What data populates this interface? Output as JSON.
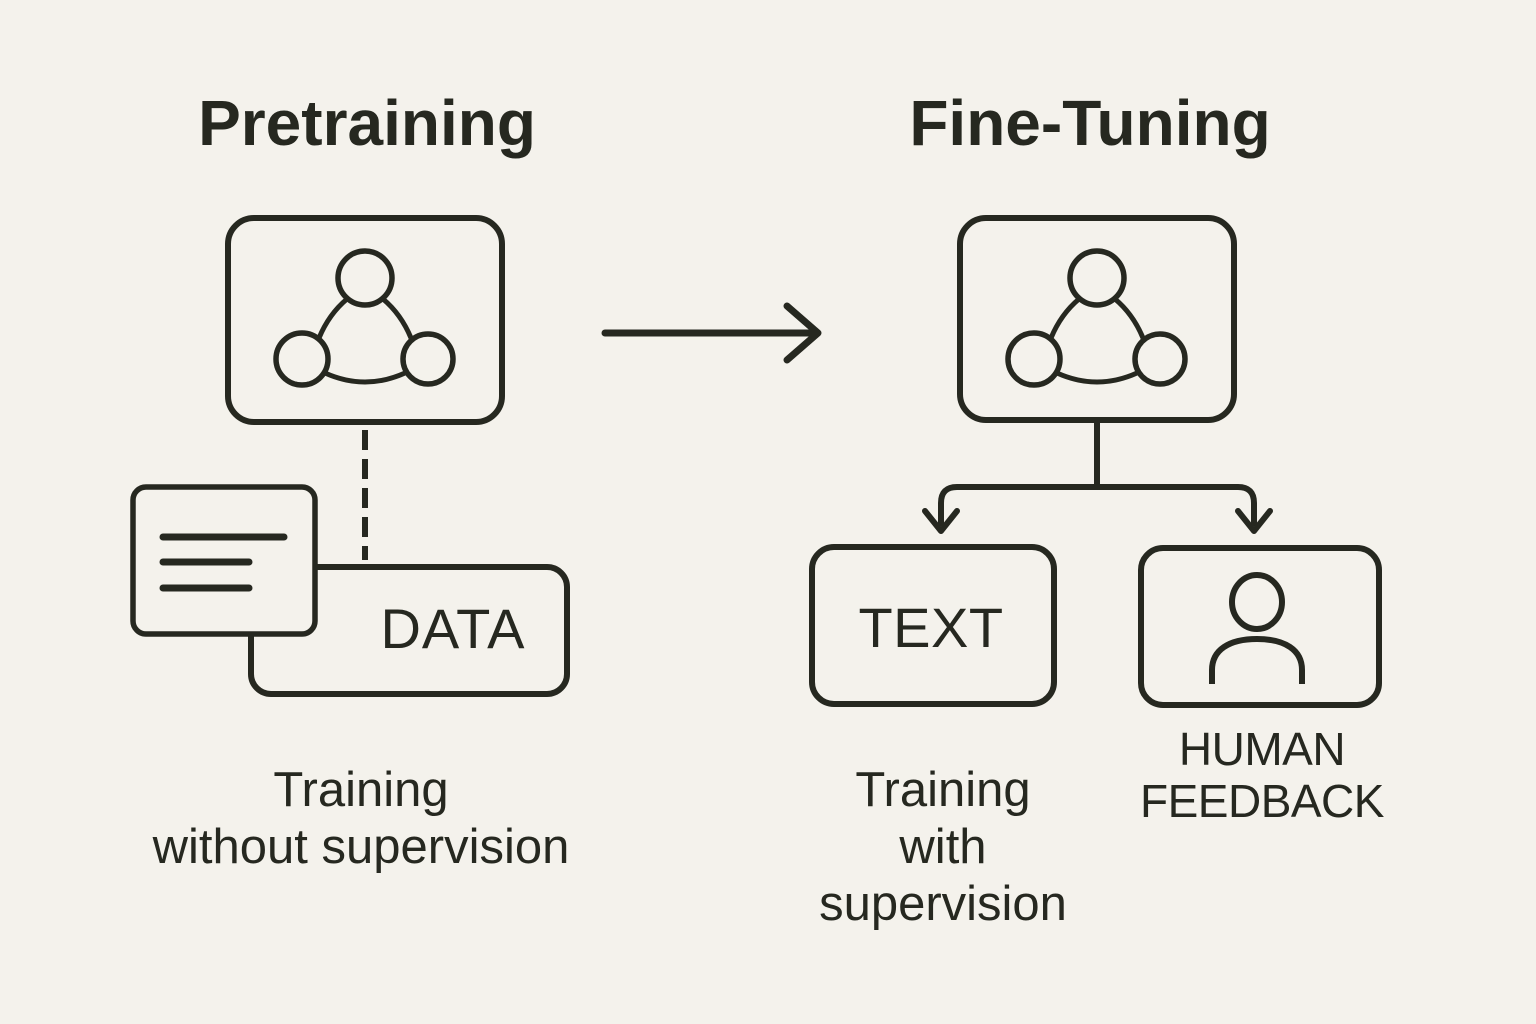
{
  "page": {
    "background_color": "#f4f2ec",
    "ink_color": "#262820",
    "description": "Diagram comparing LLM pretraining and fine-tuning"
  },
  "pretraining": {
    "title": "Pretraining",
    "model_icon": "neural-network-icon",
    "data_box_label": "DATA",
    "document_icon": "document-icon",
    "connector_style": "dashed",
    "caption": [
      "Training",
      "without supervision"
    ]
  },
  "transition": {
    "arrow_icon": "right-arrow-icon"
  },
  "finetuning": {
    "title": "Fine-Tuning",
    "model_icon": "neural-network-icon",
    "text_box_label": "TEXT",
    "person_icon": "person-icon",
    "human_feedback_label": [
      "HUMAN",
      "FEEDBACK"
    ],
    "connector_style": "solid-branch-arrows",
    "caption": [
      "Training",
      "with",
      "supervision"
    ]
  }
}
